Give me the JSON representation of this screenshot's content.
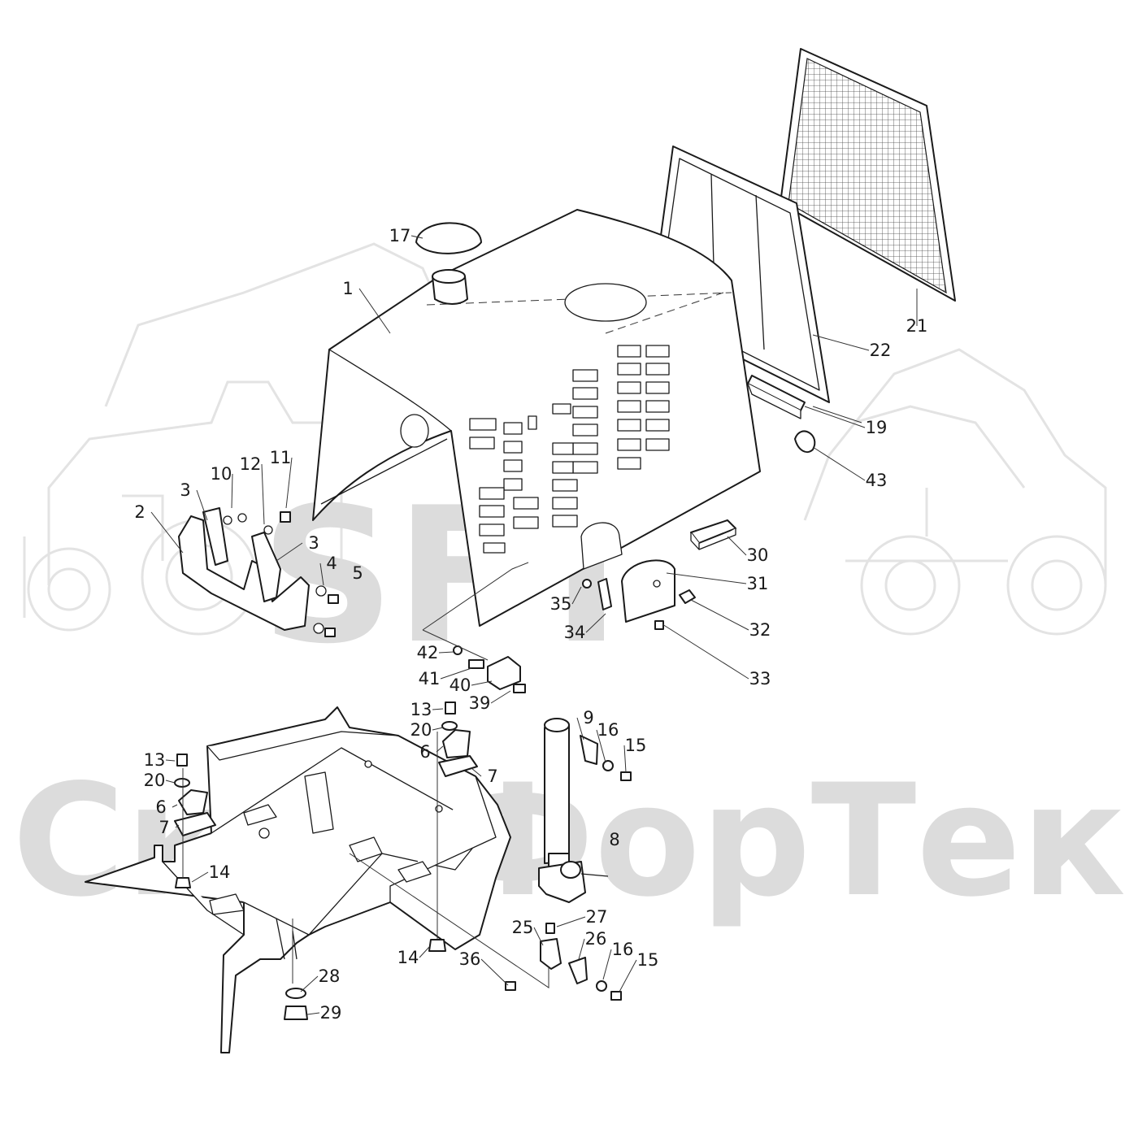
{
  "watermark": {
    "logo": "SFT",
    "brand": "СканФорТек",
    "color": "#dcdcdc"
  },
  "callouts": [
    {
      "id": "c17a",
      "label": "17"
    },
    {
      "id": "c1",
      "label": "1"
    },
    {
      "id": "c21",
      "label": "21"
    },
    {
      "id": "c22",
      "label": "22"
    },
    {
      "id": "c19",
      "label": "19"
    },
    {
      "id": "c43",
      "label": "43"
    },
    {
      "id": "c10",
      "label": "10"
    },
    {
      "id": "c12",
      "label": "12"
    },
    {
      "id": "c11",
      "label": "11"
    },
    {
      "id": "c3a",
      "label": "3"
    },
    {
      "id": "c2",
      "label": "2"
    },
    {
      "id": "c3b",
      "label": "3"
    },
    {
      "id": "c4",
      "label": "4"
    },
    {
      "id": "c5",
      "label": "5"
    },
    {
      "id": "c30",
      "label": "30"
    },
    {
      "id": "c31",
      "label": "31"
    },
    {
      "id": "c32",
      "label": "32"
    },
    {
      "id": "c33",
      "label": "33"
    },
    {
      "id": "c35",
      "label": "35"
    },
    {
      "id": "c34",
      "label": "34"
    },
    {
      "id": "c42",
      "label": "42"
    },
    {
      "id": "c41",
      "label": "41"
    },
    {
      "id": "c40",
      "label": "40"
    },
    {
      "id": "c39",
      "label": "39"
    },
    {
      "id": "c13a",
      "label": "13"
    },
    {
      "id": "c20a",
      "label": "20"
    },
    {
      "id": "c6a",
      "label": "6"
    },
    {
      "id": "c7a",
      "label": "7"
    },
    {
      "id": "c9",
      "label": "9"
    },
    {
      "id": "c16a",
      "label": "16"
    },
    {
      "id": "c15a",
      "label": "15"
    },
    {
      "id": "c13b",
      "label": "13"
    },
    {
      "id": "c20b",
      "label": "20"
    },
    {
      "id": "c6b",
      "label": "6"
    },
    {
      "id": "c7b",
      "label": "7"
    },
    {
      "id": "c8",
      "label": "8"
    },
    {
      "id": "c14a",
      "label": "14"
    },
    {
      "id": "c27",
      "label": "27"
    },
    {
      "id": "c25",
      "label": "25"
    },
    {
      "id": "c26",
      "label": "26"
    },
    {
      "id": "c16b",
      "label": "16"
    },
    {
      "id": "c15b",
      "label": "15"
    },
    {
      "id": "c14b",
      "label": "14"
    },
    {
      "id": "c36",
      "label": "36"
    },
    {
      "id": "c28",
      "label": "28"
    },
    {
      "id": "c29",
      "label": "29"
    }
  ]
}
